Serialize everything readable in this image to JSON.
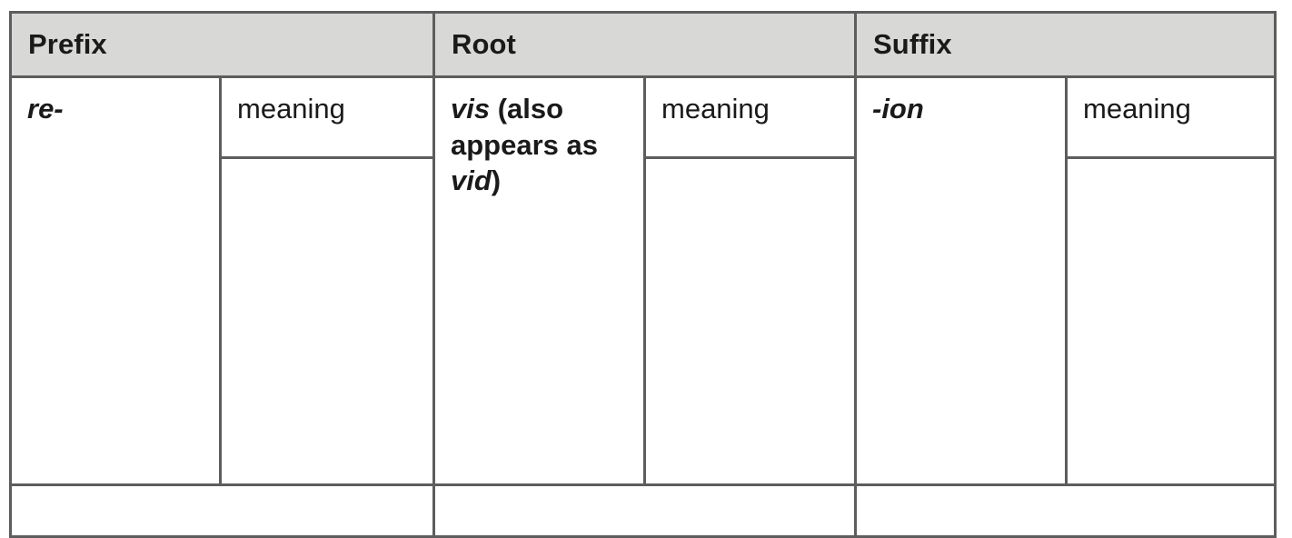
{
  "document": {
    "type": "word-study-table",
    "title": "Prefix / Root / Suffix word analysis table",
    "colors": {
      "header_background": "#d8d8d7",
      "cell_background": "#ffffff",
      "border": "#5d5d5d",
      "text": "#1a1a1a"
    }
  },
  "table": {
    "headers": [
      {
        "label": "Prefix"
      },
      {
        "label": "Root"
      },
      {
        "label": "Suffix"
      }
    ],
    "rows": [
      {
        "prefix": {
          "term": "re-",
          "term_style": "bold-italic",
          "term_value": "",
          "meaning_label": "meaning",
          "meaning_value": ""
        },
        "root": {
          "term_parts": [
            {
              "text": "vis",
              "style": "bold-italic"
            },
            {
              "text": " (also appears as ",
              "style": "bold"
            },
            {
              "text": "vid",
              "style": "bold-italic"
            },
            {
              "text": ")",
              "style": "bold"
            }
          ],
          "term_plain": "vis (also appears as vid)",
          "term_value": "",
          "meaning_label": "meaning",
          "meaning_value": ""
        },
        "suffix": {
          "term": "-ion",
          "term_style": "bold-italic",
          "term_value": "",
          "meaning_label": "meaning",
          "meaning_value": ""
        }
      },
      {
        "note": "second row partially visible at bottom edge",
        "prefix": {
          "term": "",
          "meaning_label": "",
          "meaning_value": ""
        },
        "root": {
          "term_plain": "",
          "meaning_label": "",
          "meaning_value": ""
        },
        "suffix": {
          "term": "",
          "meaning_label": "",
          "meaning_value": ""
        }
      }
    ]
  }
}
